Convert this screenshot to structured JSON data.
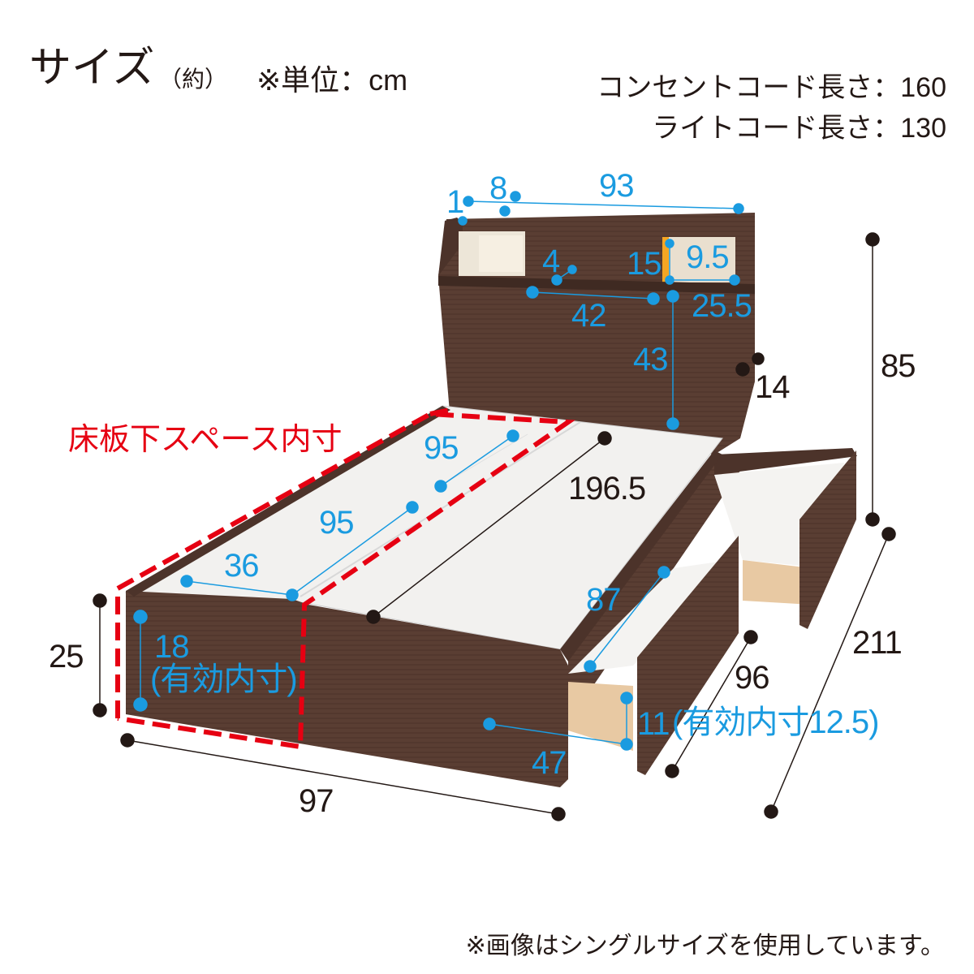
{
  "header": {
    "title": "サイズ",
    "title_note": "（約）",
    "unit_note": "※単位：cm",
    "outlet_cord": "コンセントコード長さ：160",
    "light_cord": "ライトコード長さ：130"
  },
  "under_floor_label": "床板下スペース内寸",
  "dimensions": {
    "headboard_top_edge": "1",
    "headboard_shelf_offset": "8",
    "headboard_width": "93",
    "shelf_depth": "4",
    "light_height": "15",
    "light_width": "9.5",
    "shelf_width": "42",
    "light_box_width": "25.5",
    "headboard_height_inner": "43",
    "headboard_thickness": "14",
    "total_height": "85",
    "under_length_1": "95",
    "under_length_2": "95",
    "under_width": "36",
    "bed_length": "196.5",
    "frame_height": "25",
    "under_height": "18",
    "under_height_note": "(有効内寸)",
    "drawer_length": "87",
    "drawer_width": "47",
    "drawer_height": "11",
    "drawer_height_note": "(有効内寸12.5)",
    "drawer_extended_depth": "96",
    "total_length": "211",
    "total_width": "97"
  },
  "footer_note": "※画像はシングルサイズを使用しています。",
  "colors": {
    "frame_brown": "#5a3e33",
    "dimension_blue": "#1a9be0",
    "dashed_red": "#e60012",
    "board_white": "#f2f1ef",
    "drawer_interior": "#e8c9a3"
  }
}
